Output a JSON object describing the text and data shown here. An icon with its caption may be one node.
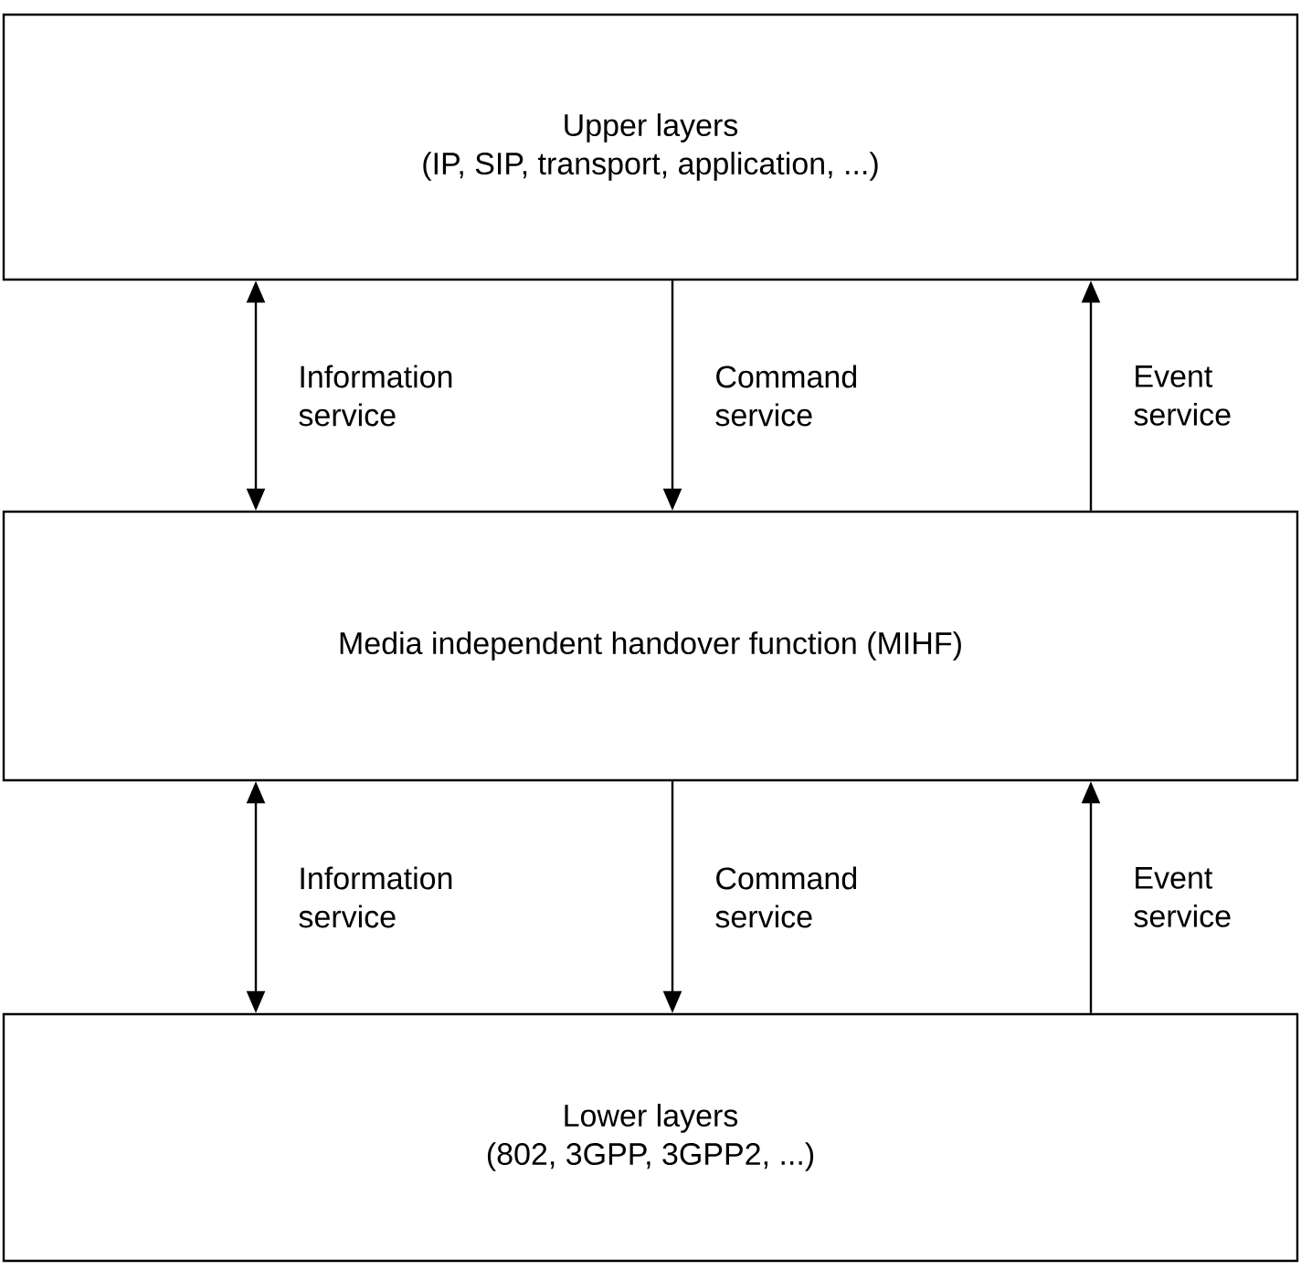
{
  "diagram": {
    "nodes": [
      {
        "text": [
          "Upper layers",
          "(IP, SIP, transport, application, ...)"
        ]
      },
      {
        "text": [
          "Media independent handover function (MIHF)"
        ]
      },
      {
        "text": [
          "Lower layers",
          "(802, 3GPP, 3GPP2, ...)"
        ]
      }
    ],
    "edges": [
      {
        "from": 0,
        "to": 1,
        "arrow": "both",
        "label": "Information service"
      },
      {
        "from": 0,
        "to": 1,
        "arrow": "to",
        "label": "Command service"
      },
      {
        "from": 1,
        "to": 0,
        "arrow": "to",
        "label": "Event service"
      },
      {
        "from": 1,
        "to": 2,
        "arrow": "both",
        "label": "Information service"
      },
      {
        "from": 1,
        "to": 2,
        "arrow": "to",
        "label": "Command service"
      },
      {
        "from": 2,
        "to": 1,
        "arrow": "to",
        "label": "Event service"
      }
    ]
  }
}
